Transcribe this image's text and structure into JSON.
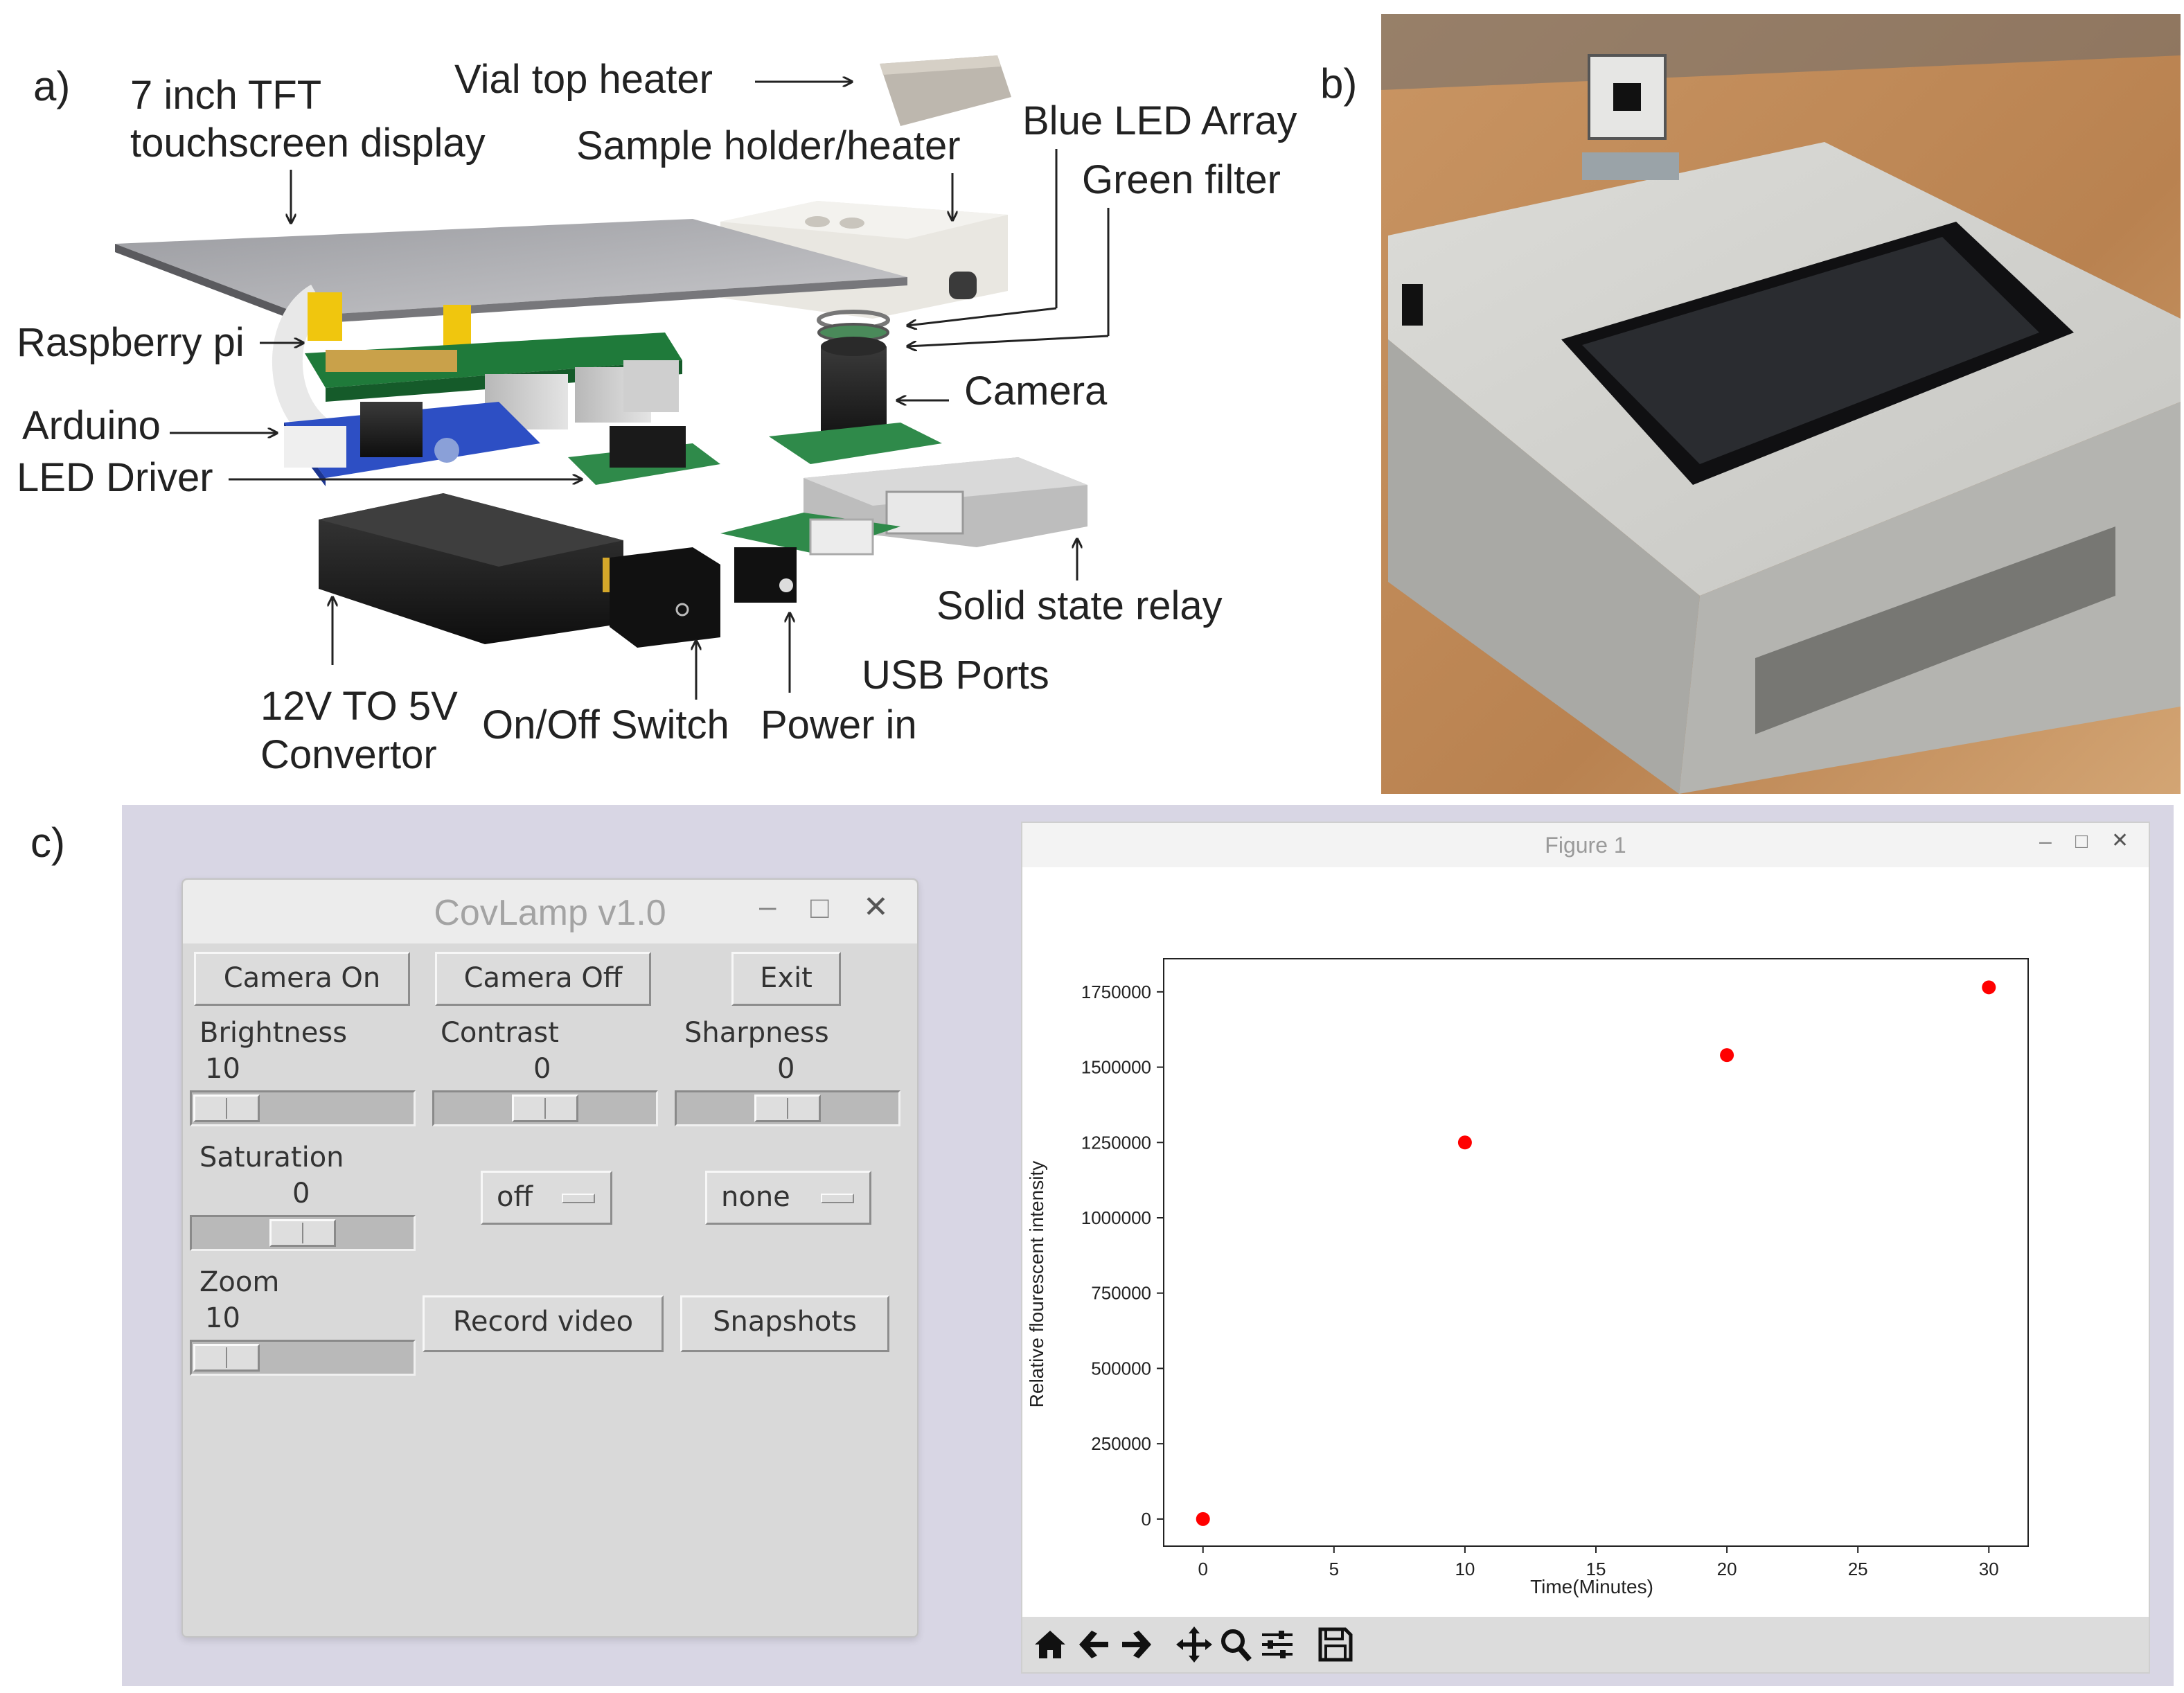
{
  "panel_a": {
    "letter": "a)",
    "labels": {
      "display": [
        "7 inch TFT",
        "touchscreen display"
      ],
      "vial_top_heater": "Vial top heater",
      "sample_holder": "Sample holder/heater",
      "blue_led": "Blue LED Array",
      "green_filter": "Green filter",
      "raspberry_pi": "Raspberry pi",
      "arduino": "Arduino",
      "led_driver": "LED Driver",
      "camera": "Camera",
      "solid_state_relay": "Solid state relay",
      "usb_ports": "USB Ports",
      "convertor": [
        "12V TO 5V",
        "Convertor"
      ],
      "on_off_switch": "On/Off Switch",
      "power_in": "Power in"
    }
  },
  "panel_b": {
    "letter": "b)"
  },
  "panel_c": {
    "letter": "c)",
    "covlamp": {
      "title": "CovLamp v1.0",
      "camera_on": "Camera On",
      "camera_off": "Camera Off",
      "exit": "Exit",
      "brightness": {
        "label": "Brightness",
        "value": "10",
        "level": 0.1
      },
      "contrast": {
        "label": "Contrast",
        "value": "0",
        "level": 0.5
      },
      "sharpness": {
        "label": "Sharpness",
        "value": "0",
        "level": 0.5
      },
      "saturation": {
        "label": "Saturation",
        "value": "0",
        "level": 0.5
      },
      "zoom": {
        "label": "Zoom",
        "value": "10",
        "level": 0.1
      },
      "menu_1": "off",
      "menu_2": "none",
      "record_video": "Record video",
      "snapshots": "Snapshots"
    },
    "figure": {
      "window_title": "Figure 1"
    }
  },
  "chart_data": {
    "type": "scatter",
    "xlabel": "Time(Minutes)",
    "ylabel": "Relative flourescent intensity",
    "x": [
      0,
      10,
      20,
      30
    ],
    "y": [
      0,
      1250000,
      1540000,
      1765000
    ],
    "xlim": [
      -1.5,
      31.5
    ],
    "ylim": [
      -90000,
      1860000
    ],
    "xticks": [
      0,
      5,
      10,
      15,
      20,
      25,
      30
    ],
    "yticks": [
      0,
      250000,
      500000,
      750000,
      1000000,
      1250000,
      1500000,
      1750000
    ],
    "marker_color": "#ff0000",
    "grid": false
  }
}
